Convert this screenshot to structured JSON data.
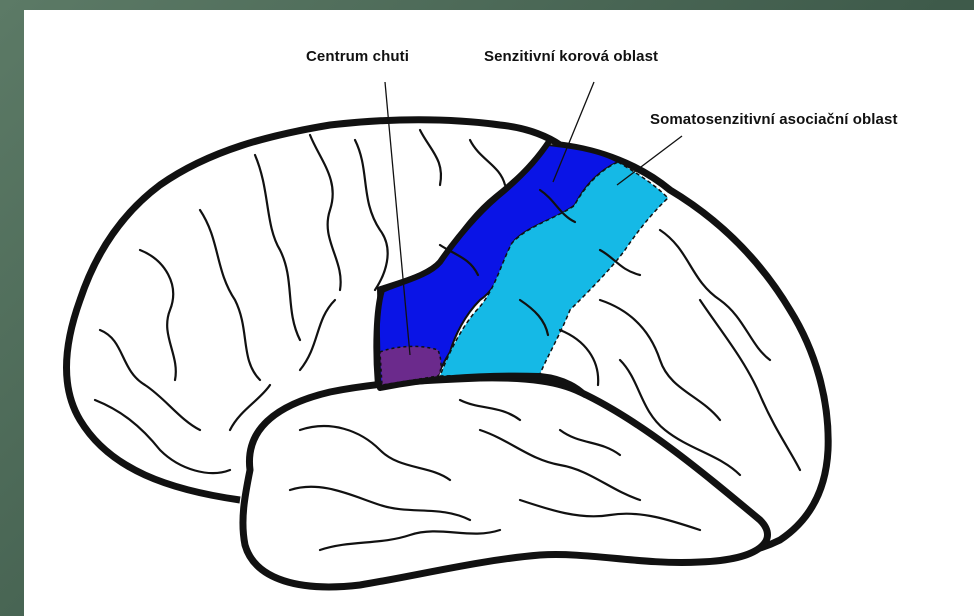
{
  "labels": {
    "taste_center": "Centrum chuti",
    "sensory_cortex": "Senzitivní korová oblast",
    "somatosensory_association": "Somatosenzitivní asociační oblast"
  },
  "colors": {
    "frame": "#4d6a5a",
    "sensory_cortex": "#0a14e6",
    "association_area": "#15b9e6",
    "taste_center": "#6b2a8c",
    "outline": "#111111"
  }
}
